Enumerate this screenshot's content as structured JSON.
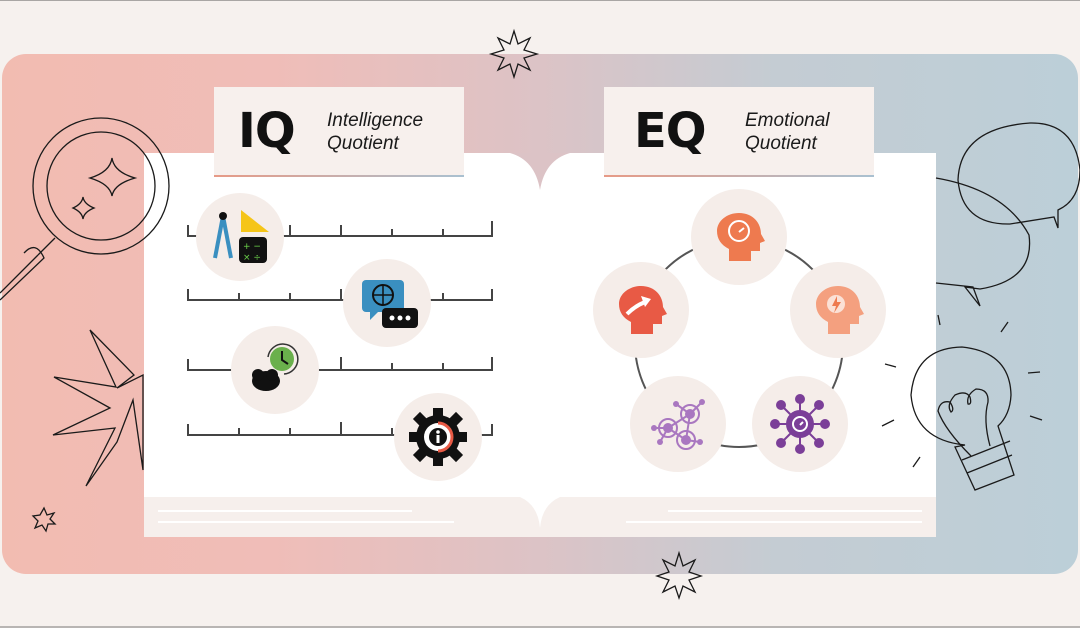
{
  "iq": {
    "abbr": "IQ",
    "line1": "Intelligence",
    "line2": "Quotient",
    "items": [
      {
        "icon": "math-tools-icon",
        "position": "left"
      },
      {
        "icon": "language-globe-chat-icon",
        "position": "center-right"
      },
      {
        "icon": "memory-brain-clock-icon",
        "position": "center-left"
      },
      {
        "icon": "gear-info-icon",
        "position": "right"
      }
    ]
  },
  "eq": {
    "abbr": "EQ",
    "line1": "Emotional",
    "line2": "Quotient",
    "items": [
      {
        "icon": "head-gauge-icon",
        "color": "#ee7a4f"
      },
      {
        "icon": "head-lightning-icon",
        "color": "#f4a07f"
      },
      {
        "icon": "people-hub-icon",
        "color": "#7b3f98"
      },
      {
        "icon": "network-people-icon",
        "color": "#a977c0"
      },
      {
        "icon": "head-growth-arrow-icon",
        "color": "#e85a45"
      }
    ]
  },
  "decorations": [
    "magnifying-glass-icon",
    "sparkle-icon",
    "starburst-icon",
    "speech-bubbles-icon",
    "light-bulb-icon"
  ],
  "colors": {
    "band_left": "#f2bcb1",
    "band_right": "#bccfd8",
    "background": "#f6f1ee",
    "label_bg": "#f7f0ed"
  }
}
